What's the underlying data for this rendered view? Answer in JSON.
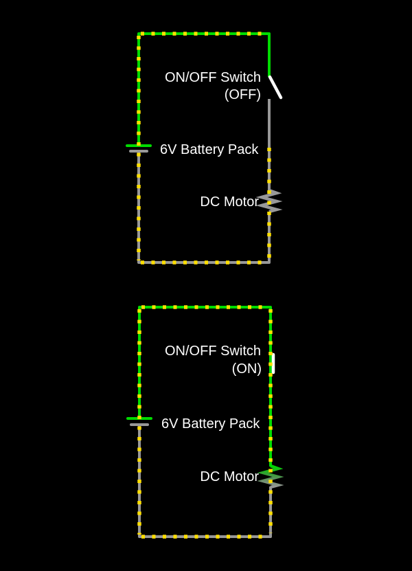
{
  "colors": {
    "background": "#000000",
    "wire_on": "#00DB00",
    "wire_off": "#989898",
    "dash": "#FFDF00",
    "switch": "#FFFFFF",
    "text": "#FFFFFF",
    "motor_fade_1": "#2FA12F",
    "motor_fade_2": "#6E8F6E"
  },
  "circuits": [
    {
      "labels": {
        "switch": "ON/OFF Switch",
        "switch_state": "(OFF)",
        "battery": "6V Battery Pack",
        "motor": "DC Motor"
      }
    },
    {
      "labels": {
        "switch": "ON/OFF Switch",
        "switch_state": "(ON)",
        "battery": "6V Battery Pack",
        "motor": "DC Motor"
      }
    }
  ]
}
